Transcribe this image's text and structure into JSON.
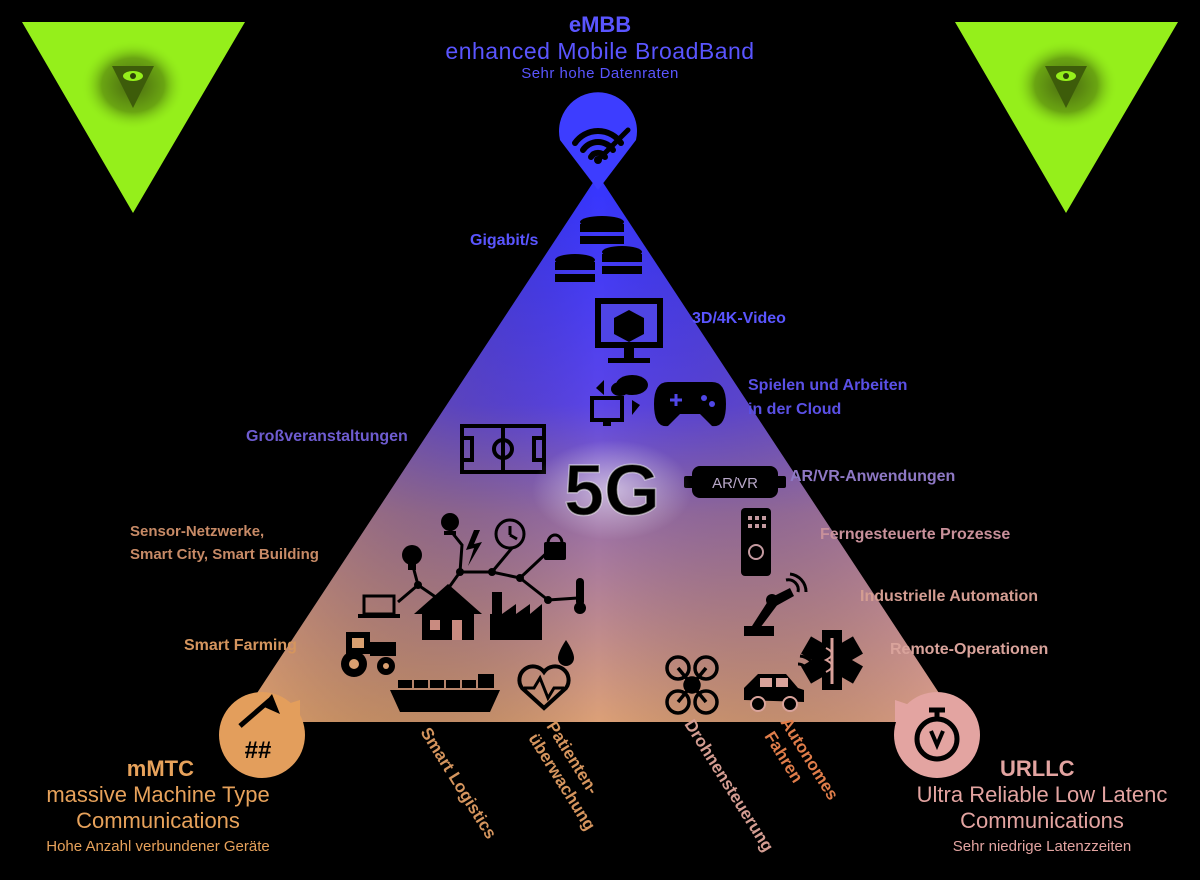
{
  "center_label": "5G",
  "embb": {
    "title": "eMBB",
    "subtitle": "enhanced Mobile BroadBand",
    "note": "Sehr hohe Datenraten",
    "color": "#5a55ff"
  },
  "mmtc": {
    "title": "mMTC",
    "subtitle_line1": "massive Machine Type",
    "subtitle_line2": "Communications",
    "note": "Hohe Anzahl verbundener Geräte",
    "color": "#e7a25b"
  },
  "urllc": {
    "title": "URLLC",
    "subtitle_line1": "Ultra Reliable Low Latenc",
    "subtitle_line2": "Communications",
    "note": "Sehr niedrige Latenzzeiten",
    "color": "#e3a4a1"
  },
  "labels": {
    "gigabit": "Gigabit/s",
    "video": "3D/4K-Video",
    "cloud_line1": "Spielen und Arbeiten",
    "cloud_line2": "in der Cloud",
    "events": "Großveranstaltungen",
    "arvr": "AR/VR-Anwendungen",
    "remote_proc": "Ferngesteuerte Prozesse",
    "sensor_line1": "Sensor-Netzwerke,",
    "sensor_line2": "Smart City, Smart Building",
    "industry": "Industrielle Automation",
    "farming": "Smart Farming",
    "remote_ops": "Remote-Operationen",
    "logistics": "Smart Logistics",
    "patients_line1": "Patienten-",
    "patients_line2": "überwachung",
    "drones": "Drohnensteuerung",
    "auto_line1": "Autonomes",
    "auto_line2": "Fahren"
  },
  "icons": {
    "vr_text": "AR/VR",
    "hash": "##"
  }
}
